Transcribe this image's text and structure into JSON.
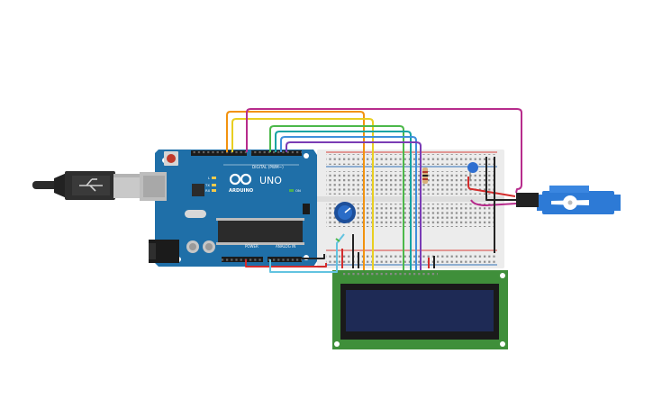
{
  "canvas": {
    "background": "#ffffff"
  },
  "arduino": {
    "logo_text": "ARDUINO",
    "model": "UNO",
    "digital_label": "DIGITAL (PWM~)",
    "power_label": "POWER",
    "analog_label": "ANALOG IN",
    "l_label": "L",
    "tx_label": "TX",
    "rx_label": "RX",
    "on_label": "ON",
    "board_color": "#1f6fa8",
    "chip_color": "#2b2b2b"
  },
  "usb_cable": {
    "color": "#2a2a2a",
    "plug_color": "#c9c9c9"
  },
  "breadboard": {
    "body_color": "#ececec",
    "rail_red": "#d8413a",
    "rail_blue": "#2f6fb8"
  },
  "lcd": {
    "pcb_color": "#3f8f3a",
    "screen_color": "#1e2a55"
  },
  "servo": {
    "body_color": "#2d7ad6",
    "horn_color": "#ffffff"
  },
  "potentiometer": {
    "color": "#1d4f9a"
  },
  "capacitor": {
    "color": "#2f6fd0"
  },
  "resistor": {
    "color": "#d8b07a"
  },
  "wire_colors": {
    "orange": "#f2920f",
    "yellow": "#e9cf21",
    "magenta": "#b72c8c",
    "green": "#4cb84a",
    "teal": "#16a3a3",
    "blue": "#3f8fdc",
    "purple": "#7a3cb5",
    "red": "#d42c2c",
    "black": "#222222",
    "lightblue": "#62c3e0"
  }
}
